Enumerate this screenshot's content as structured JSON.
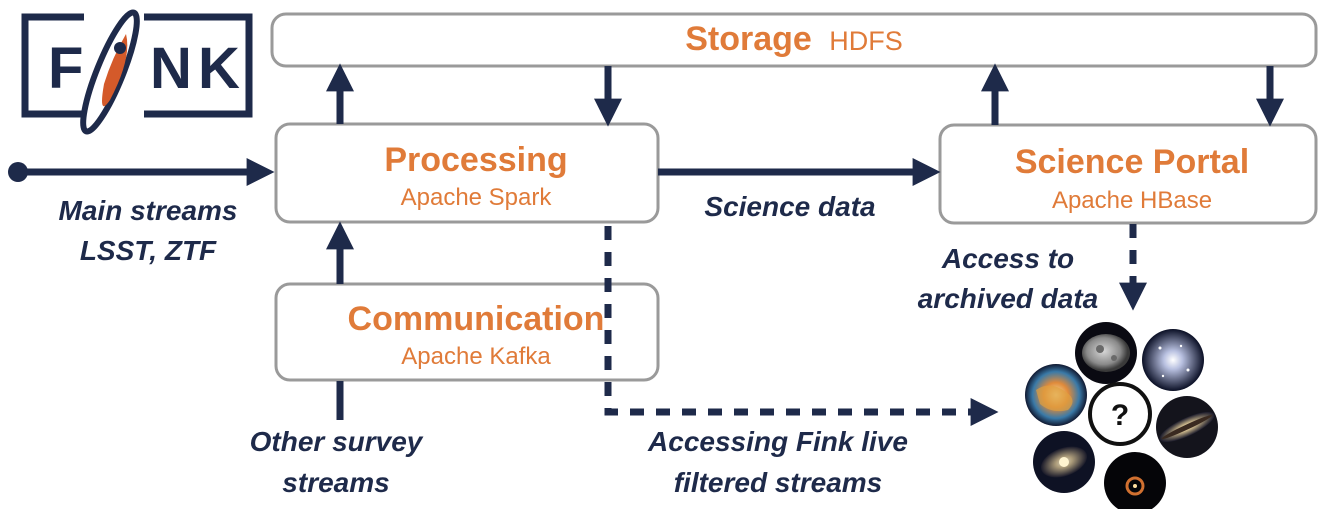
{
  "logo": {
    "letters": [
      "F",
      "N",
      "K"
    ]
  },
  "storage": {
    "title": "Storage",
    "tech": "HDFS"
  },
  "processing": {
    "title": "Processing",
    "tech": "Apache Spark"
  },
  "science_portal": {
    "title": "Science Portal",
    "tech": "Apache HBase"
  },
  "communication": {
    "title": "Communication",
    "tech": "Apache Kafka"
  },
  "labels": {
    "main_streams": [
      "Main streams",
      "LSST, ZTF"
    ],
    "science_data": "Science data",
    "access_archived": [
      "Access to",
      "archived data"
    ],
    "other_streams": [
      "Other survey",
      "streams"
    ],
    "live_streams": [
      "Accessing Fink live",
      "filtered streams"
    ]
  },
  "cluster": {
    "center_text": "?"
  },
  "colors": {
    "accent": "#e07b39",
    "navy": "#1e2a4a",
    "box_border": "#9a9a9a"
  }
}
